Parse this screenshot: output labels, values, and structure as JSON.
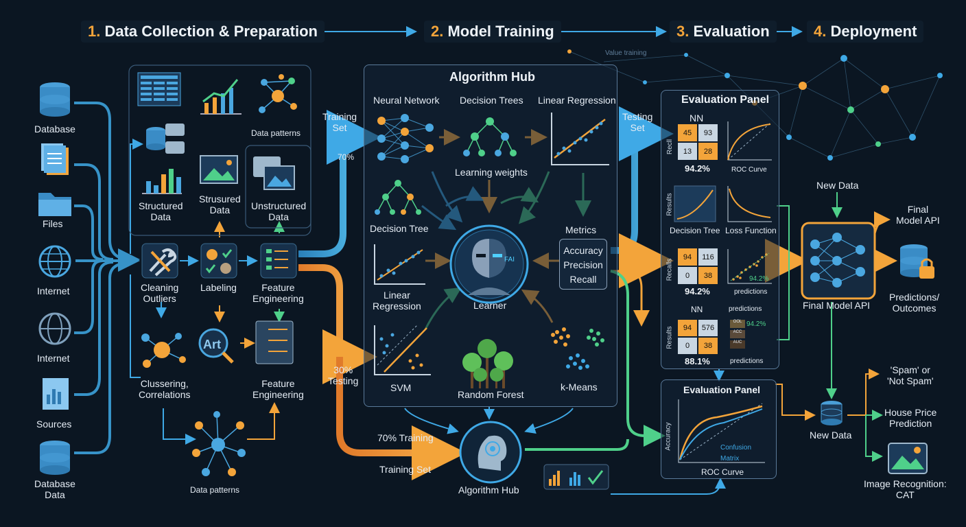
{
  "stages": [
    {
      "num": "1.",
      "label": "Data Collection & Preparation"
    },
    {
      "num": "2.",
      "label": "Model Training"
    },
    {
      "num": "3.",
      "label": "Evaluation"
    },
    {
      "num": "4.",
      "label": "Deployment"
    }
  ],
  "value_training": "Value training",
  "sources": [
    "Database",
    "Files",
    "Internet",
    "Internet",
    "Sources",
    "Database\nData"
  ],
  "prep": {
    "data_patterns_top": "Data patterns",
    "structured": "Structured\nData",
    "strusured": "Strusured\nData",
    "unstructured": "Unstructured\nData",
    "cleaning": "Cleaning\nOutliers",
    "labeling": "Labeling",
    "feature_eng_1": "Feature\nEngineering",
    "clustering": "Clussering,\nCorrelations",
    "feature_eng_2": "Feature\nEngineering",
    "art": "Art",
    "data_patterns_bottom": "Data patterns"
  },
  "split": {
    "training_set": "Training\nSet",
    "pct70": "70%",
    "pct30_testing": "30%\nTesting",
    "training70": "70% Training",
    "training_set_bottom": "Training Set"
  },
  "hub": {
    "title": "Algorithm Hub",
    "neural_network": "Neural Network",
    "decision_trees": "Decision Trees",
    "linear_regression_top": "Linear Regression",
    "learning_weights": "Learning weights",
    "decision_tree": "Decision Tree",
    "metrics": "Metrics",
    "accuracy": "Accuracy",
    "precision": "Precision",
    "recall": "Recall",
    "linear_regression": "Linear\nRegression",
    "learner": "Learner",
    "svm": "SVM",
    "random_forest": "Random Forest",
    "kmeans": "k-Means",
    "fai": "FAI",
    "bottom_label": "Algorithm Hub"
  },
  "eval": {
    "testing_set": "Testing\nSet",
    "panel_title": "Evaluation Panel",
    "nn1": "NN",
    "m1": [
      "45",
      "93",
      "13",
      "28"
    ],
    "recall1": "Recll",
    "pct1": "94.2%",
    "roc_curve": "ROC Curve",
    "results": "Results",
    "decision_tree": "Decision Tree",
    "loss_function": "Loss Function",
    "m2": [
      "94",
      "116",
      "0",
      "38"
    ],
    "recall2": "Recalls",
    "pct2": "94.2%",
    "pct2_plot": "94.2%",
    "predictions": "predictions",
    "nn2": "NN",
    "predictions2": "predictions",
    "m3": [
      "94",
      "576",
      "0",
      "38"
    ],
    "results3": "Results",
    "pct3": "88.1%",
    "pct3_plot": "94.2%",
    "predictions3": "predictions",
    "mini": [
      "OOL",
      "ACC",
      "AUC"
    ],
    "panel2_title": "Evaluation Panel",
    "accuracy_axis": "Accuracy",
    "confusion": "Confusion\nMatrix",
    "roc_curve2": "ROC Curve"
  },
  "deploy": {
    "new_data_top": "New Data",
    "final_model_api_right": "Final\nModel API",
    "final_model_api": "Final Model API",
    "predictions_outcomes": "Predictions/\nOutcomes",
    "new_data_bottom": "New Data",
    "spam": "'Spam' or\n'Not Spam'",
    "house": "House Price\nPrediction",
    "image_rec": "Image Recognition:\nCAT"
  },
  "colors": {
    "accent_orange": "#f3a43a",
    "accent_blue": "#3fa9e6",
    "accent_green": "#4fd08a",
    "bg": "#0b1622"
  }
}
